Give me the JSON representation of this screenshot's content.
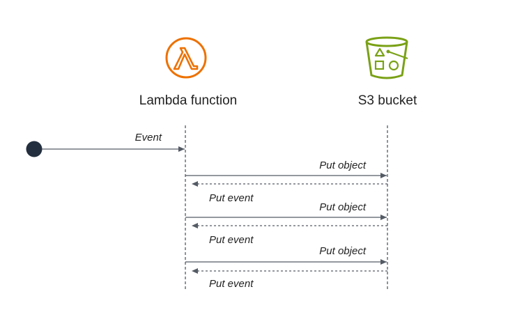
{
  "participants": {
    "lambda": {
      "label": "Lambda function",
      "icon": "lambda-icon",
      "color": "#ED7100"
    },
    "s3": {
      "label": "S3 bucket",
      "icon": "s3-bucket-icon",
      "color": "#7AA116"
    }
  },
  "colors": {
    "line": "#545B64",
    "start_dot": "#232F3E"
  },
  "messages": [
    {
      "from": "start",
      "to": "lambda",
      "label": "Event",
      "style": "solid"
    },
    {
      "from": "lambda",
      "to": "s3",
      "label": "Put object",
      "style": "solid"
    },
    {
      "from": "s3",
      "to": "lambda",
      "label": "Put event",
      "style": "dashed"
    },
    {
      "from": "lambda",
      "to": "s3",
      "label": "Put object",
      "style": "solid"
    },
    {
      "from": "s3",
      "to": "lambda",
      "label": "Put event",
      "style": "dashed"
    },
    {
      "from": "lambda",
      "to": "s3",
      "label": "Put object",
      "style": "solid"
    },
    {
      "from": "s3",
      "to": "lambda",
      "label": "Put event",
      "style": "dashed"
    }
  ]
}
